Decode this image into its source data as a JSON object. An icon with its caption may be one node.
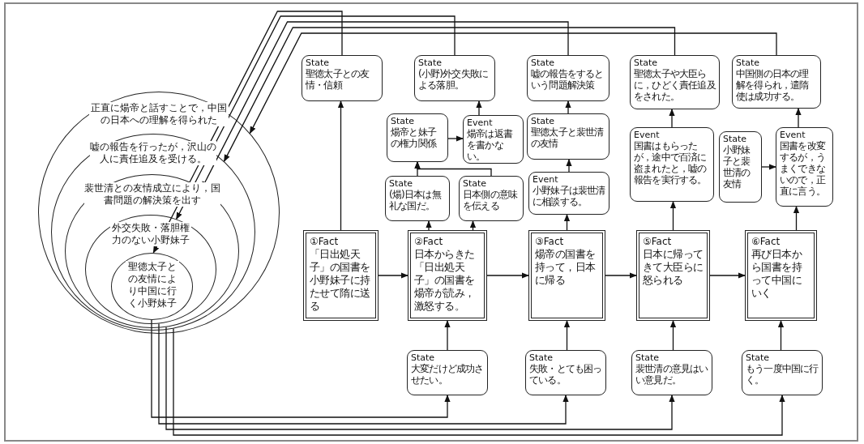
{
  "diagram": {
    "nodes": [
      {
        "text": [
          "正直に煬帝と話すことで，中国の日本への理解を得られた"
        ]
      },
      {
        "text": [
          "嘘の報告を行ったが，沢山の人に責任追及を受ける。"
        ],
        "in": 0
      },
      {
        "text": [
          "裴世清との友情成立により，国書問題の解決策を出す"
        ],
        "in": 1
      },
      {
        "text": [
          "外交失敗・落胆権力のない小野妹子"
        ],
        "in": 2
      },
      {
        "text": [
          "聖徳太子との友情により中国に行く小野妹子"
        ],
        "in": 3
      },
      {
        "text": [
          "State",
          "聖徳太子との友情・信頼"
        ]
      },
      {
        "text": [
          "State",
          "(小野)外交失敗による落胆。"
        ]
      },
      {
        "text": [
          "State",
          "嘘の報告をするという問題解決策"
        ]
      },
      {
        "text": [
          "State",
          "聖徳太子や大臣らに，ひどく責任追及をされた。"
        ]
      },
      {
        "text": [
          "State",
          "中国側の日本の理解を得られ，遣隋使は成功する。"
        ]
      },
      {
        "text": [
          "State",
          "煬帝と妹子の権力関係"
        ]
      },
      {
        "text": [
          "Event",
          "煬帝は返書を書かない。"
        ]
      },
      {
        "text": [
          "State",
          "聖徳太子と裴世清の友情"
        ]
      },
      {
        "text": [
          "Event",
          "国書はもらったが，途中で百済に盗まれたと，嘘の報告を実行する。"
        ]
      },
      {
        "text": [
          "State",
          "小野妹子と裴世清の友情"
        ]
      },
      {
        "text": [
          "Event",
          "国書を改変するが，うまくできないので，正直に言う。"
        ]
      },
      {
        "text": [
          "State",
          "(煬)日本は無礼な国だ。"
        ]
      },
      {
        "text": [
          "State",
          "日本側の意味を伝える"
        ]
      },
      {
        "text": [
          "Event",
          "小野妹子は裴世清に相談する。"
        ]
      },
      {
        "text": [
          "①Fact",
          "「日出処天子」の国書を小野妹子に持たせて隋に送る"
        ]
      },
      {
        "text": [
          "②Fact",
          "日本からきた「日出処天子」の国書を煬帝が読み，激怒する。"
        ]
      },
      {
        "text": [
          "③Fact",
          "煬帝の国書を持って，日本に帰る"
        ]
      },
      {
        "text": [
          "⑤Fact",
          "日本に帰ってきて大臣らに怒られる"
        ]
      },
      {
        "text": [
          "⑥Fact",
          "再び日本から国書を持って中国にいく"
        ]
      },
      {
        "text": [
          "State",
          "大変だけど成功させたい。"
        ]
      },
      {
        "text": [
          "State",
          "失敗・とても困っている。"
        ]
      },
      {
        "text": [
          "State",
          "裴世清の意見はいい意見だ。"
        ]
      },
      {
        "text": [
          "State",
          "もう一度中国に行く。"
        ]
      }
    ],
    "edges": [
      {
        "from": 19,
        "to": 20,
        "arrow": "to"
      },
      {
        "from": 20,
        "to": 21,
        "arrow": "to"
      },
      {
        "from": 21,
        "to": 22,
        "arrow": "to"
      },
      {
        "from": 22,
        "to": 23,
        "arrow": "to"
      },
      {
        "from": 19,
        "to": 5,
        "arrow": "to"
      },
      {
        "from": 20,
        "to": 16,
        "arrow": "to"
      },
      {
        "from": 20,
        "to": 17,
        "arrow": "to"
      },
      {
        "from": 16,
        "to": 10,
        "arrow": "to"
      },
      {
        "from": 17,
        "to": 10,
        "arrow": "to"
      },
      {
        "from": 10,
        "to": 11,
        "arrow": "to"
      },
      {
        "from": 11,
        "to": 6,
        "arrow": "to"
      },
      {
        "from": 21,
        "to": 18,
        "arrow": "to"
      },
      {
        "from": 18,
        "to": 12,
        "arrow": "to"
      },
      {
        "from": 12,
        "to": 7,
        "arrow": "to"
      },
      {
        "from": 22,
        "to": 13,
        "arrow": "to"
      },
      {
        "from": 13,
        "to": 8,
        "arrow": "to"
      },
      {
        "from": 23,
        "to": 15,
        "arrow": "to"
      },
      {
        "from": 14,
        "to": 15,
        "arrow": "to"
      },
      {
        "from": 15,
        "to": 9,
        "arrow": "to"
      },
      {
        "from": 24,
        "to": 20,
        "arrow": "to"
      },
      {
        "from": 25,
        "to": 21,
        "arrow": "to"
      },
      {
        "from": 26,
        "to": 22,
        "arrow": "to"
      },
      {
        "from": 27,
        "to": 23,
        "arrow": "to"
      },
      {
        "from": 5,
        "to": 4,
        "arrow": "to"
      },
      {
        "from": 6,
        "to": 3,
        "arrow": "to"
      },
      {
        "from": 7,
        "to": 2,
        "arrow": "to"
      },
      {
        "from": 8,
        "to": 1,
        "arrow": "to"
      },
      {
        "from": 9,
        "to": 0,
        "arrow": "to"
      },
      {
        "from": 4,
        "to": 24,
        "arrow": "to"
      },
      {
        "from": 3,
        "to": 25,
        "arrow": "to"
      },
      {
        "from": 2,
        "to": 26,
        "arrow": "to"
      },
      {
        "from": 1,
        "to": 27,
        "arrow": "to"
      }
    ]
  }
}
